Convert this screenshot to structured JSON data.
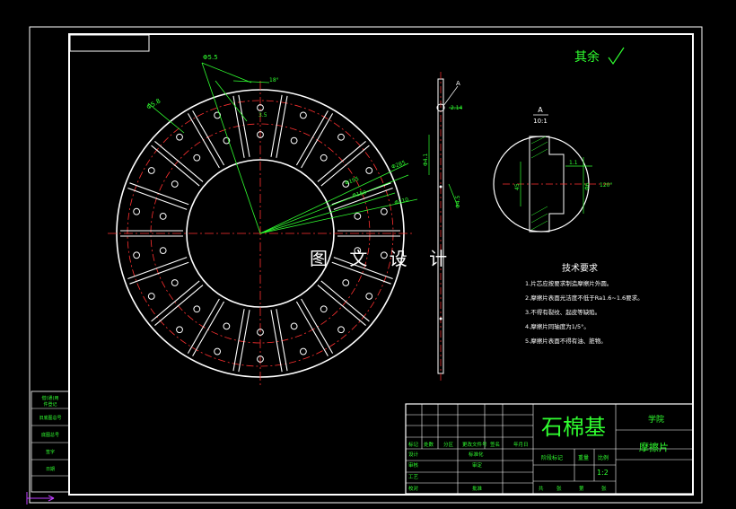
{
  "surface_note": "其余",
  "watermark": "图 文 设 计",
  "tech_req": {
    "title": "技术要求",
    "items": [
      "1.片芯应按要求制造摩擦片外圆。",
      "2.摩擦片表面光洁度不低于Ra1.6~1.6要求。",
      "3.不得有裂纹、起皮等缺陷。",
      "4.摩擦片同轴度为1/5°。",
      "5.摩擦片表面不得有油、脏物。"
    ]
  },
  "detail": {
    "label": "A",
    "scale": "10:1"
  },
  "title_block": {
    "material": "石棉基",
    "part_name": "摩擦片",
    "school": "学院",
    "scale": "1:2",
    "stage_label": "阶段标记",
    "weight_label": "重量",
    "ratio_label": "比例",
    "header_cells": [
      "标记",
      "处数",
      "分区",
      "更改文件号",
      "签名",
      "年月日"
    ],
    "left_cells": [
      "设计",
      "审核",
      "工艺",
      "校对"
    ],
    "mid_cells": [
      "标准化",
      "审定",
      "批准"
    ],
    "footer_cells": [
      "共",
      "张",
      "第",
      "张"
    ]
  },
  "side_column": [
    "借(通)用",
    "件登记",
    "旧底图总号",
    "底图总号",
    "签字",
    "日期"
  ],
  "dims": {
    "d_top": "Φ5.5",
    "d_hole": "Φ5.8",
    "d_r1": "Φ285",
    "d_r2": "Φ195",
    "d_r3": "Φ150",
    "d_r4": "Φ210",
    "d_small": "18°",
    "d_thk": "3.5",
    "d_sec_top": "2.14",
    "d_sec1": "Φ4.1",
    "d_sec2": "Φ4.5",
    "d_det1": "1.1",
    "d_det2": "45",
    "d_det3": "Φ6",
    "d_det4": "120°"
  },
  "colors": {
    "outline": "#ffffff",
    "center": "#ff3030",
    "dim": "#30ff30",
    "text": "#30ff30"
  }
}
